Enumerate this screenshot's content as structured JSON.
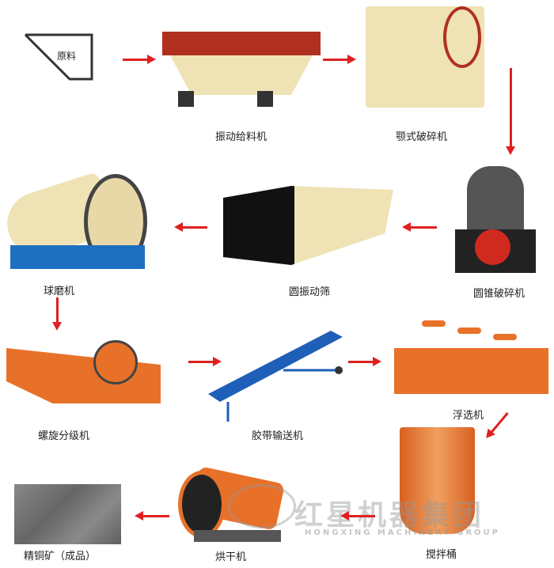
{
  "steps": [
    {
      "label": "原料"
    },
    {
      "label": "振动给料机"
    },
    {
      "label": "颚式破碎机"
    },
    {
      "label": "圆锥破碎机"
    },
    {
      "label": "圆振动筛"
    },
    {
      "label": "球磨机"
    },
    {
      "label": "螺旋分级机"
    },
    {
      "label": "胶带输送机"
    },
    {
      "label": "浮选机"
    },
    {
      "label": "搅拌桶"
    },
    {
      "label": "烘干机"
    },
    {
      "label": "精铜矿（成品）"
    }
  ],
  "watermark": {
    "name": "红星机器集团",
    "english": "HONGXING MACHINERY GROUP"
  },
  "colors": {
    "arrow": "#e02020",
    "machine_orange": "#e8712a",
    "machine_cream": "#efe2b4"
  }
}
